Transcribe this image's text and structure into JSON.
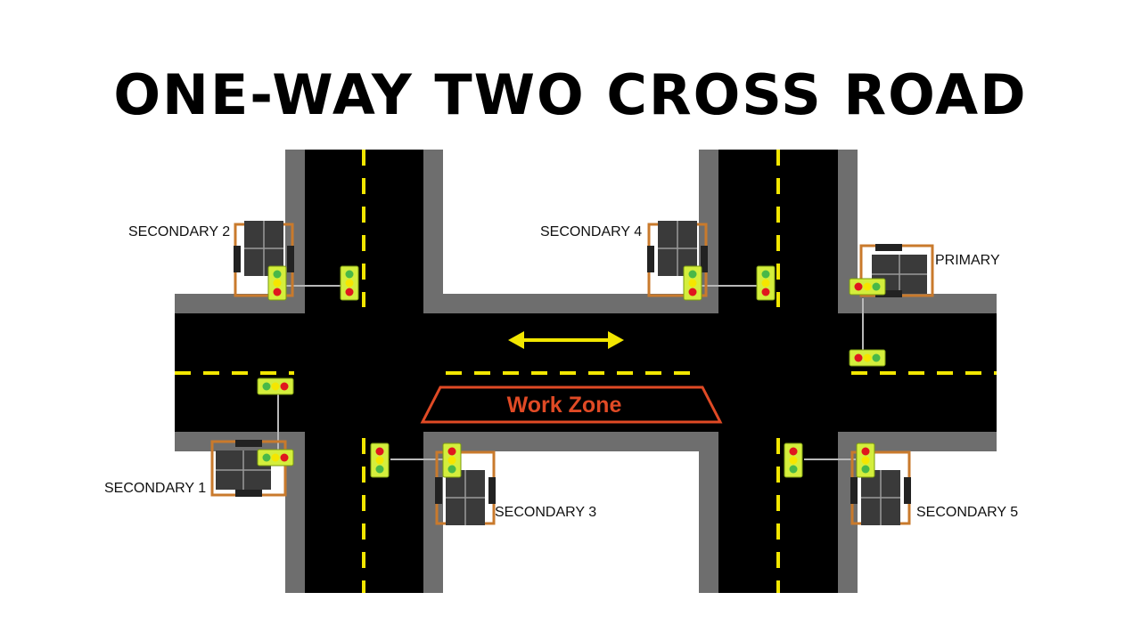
{
  "title": "ONE-WAY TWO CROSS ROAD",
  "work_zone": {
    "label": "Work Zone"
  },
  "units": {
    "secondary_1": "SECONDARY 1",
    "secondary_2": "SECONDARY 2",
    "secondary_3": "SECONDARY 3",
    "secondary_4": "SECONDARY 4",
    "secondary_5": "SECONDARY 5",
    "primary": "PRIMARY"
  },
  "colors": {
    "road": "#000000",
    "shoulder": "#6e6e6e",
    "lane_marking": "#f2e600",
    "work_zone": "#e04a25",
    "flow_arrow": "#f2e600",
    "signal_housing": "#d4ee3c",
    "signal_red": "#e0161e",
    "signal_yellow": "#f5e600",
    "signal_green": "#49b848",
    "trailer_frame": "#c97a2c",
    "solar_panel": "#3a3a3a"
  }
}
